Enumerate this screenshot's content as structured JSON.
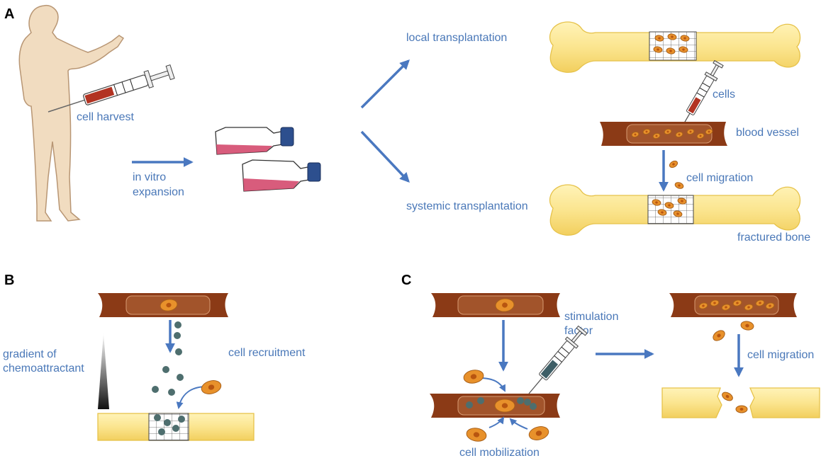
{
  "panels": {
    "a": "A",
    "b": "B",
    "c": "C"
  },
  "labels": {
    "cell_harvest": "cell harvest",
    "in_vitro_1": "in vitro",
    "in_vitro_2": "expansion",
    "local_transplantation": "local transplantation",
    "systemic_transplantation": "systemic transplantation",
    "cells": "cells",
    "blood_vessel": "blood vessel",
    "cell_migration_a": "cell migration",
    "fractured_bone": "fractured bone",
    "gradient_1": "gradient of",
    "gradient_2": "chemoattractant",
    "cell_recruitment": "cell recruitment",
    "stimulation_1": "stimulation",
    "stimulation_2": "factor",
    "cell_mobilization": "cell mobilization",
    "cell_migration_c": "cell migration"
  },
  "colors": {
    "label_blue": "#4a78b8",
    "arrow_blue": "#4a78c0",
    "bone": "#fbe58f",
    "bone_outline": "#e6c24a",
    "vessel": "#8b3a16",
    "vessel_inner": "#a2542b",
    "cell": "#e8912b",
    "cell_nucleus": "#b85510",
    "chemo_dot": "#4e6e6e",
    "flask_media": "#d44a6e",
    "flask_cap": "#2d4f8e",
    "skin": "#f1dcc0",
    "syringe_fill": "#b23322"
  }
}
